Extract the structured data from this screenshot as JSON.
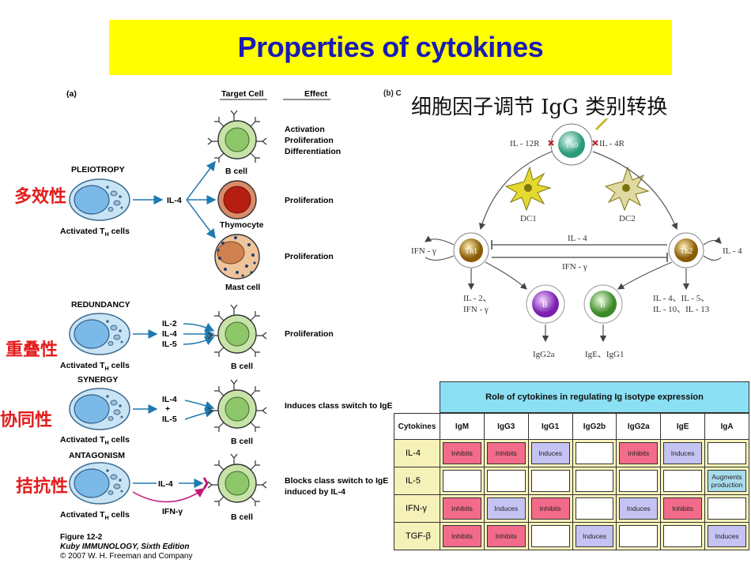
{
  "title": "Properties of cytokines",
  "figure_a": {
    "panel_label": "(a)",
    "header_target": "Target Cell",
    "header_effect": "Effect",
    "sections": {
      "pleiotropy": {
        "name": "PLEIOTROPY",
        "cn": "多效性",
        "cytokine": "IL-4",
        "source": "Activated T",
        "sub": "H",
        "source_tail": " cells"
      },
      "redundancy": {
        "name": "REDUNDANCY",
        "cn": "重叠性",
        "cytokines": [
          "IL-2",
          "IL-4",
          "IL-5"
        ],
        "source": "Activated T",
        "sub": "H",
        "source_tail": " cells"
      },
      "synergy": {
        "name": "SYNERGY",
        "cn": "协同性",
        "cytokines": [
          "IL-4",
          "+",
          "IL-5"
        ],
        "source": "Activated T",
        "sub": "H",
        "source_tail": " cells"
      },
      "antagonism": {
        "name": "ANTAGONISM",
        "cn": "拮抗性",
        "cytokines": [
          "IL-4",
          "IFN-γ"
        ],
        "source": "Activated T",
        "sub": "H",
        "source_tail": " cells"
      }
    },
    "targets": {
      "bcell": "B cell",
      "thymocyte": "Thymocyte",
      "mast": "Mast cell"
    },
    "effects": {
      "activation": [
        "Activation",
        "Proliferation",
        "Differentiation"
      ],
      "prolif": "Proliferation",
      "synergy": "Induces class switch to IgE",
      "antagonism": [
        "Blocks class switch to IgE",
        "induced by IL-4"
      ]
    },
    "caption": {
      "fig": "Figure 12-2",
      "book": "Kuby IMMUNOLOGY, Sixth Edition",
      "copy": "© 2007 W. H. Freeman and Company"
    }
  },
  "figure_b": {
    "marker": "(b) C",
    "title": "细胞因子调节 IgG 类别转换",
    "labels": {
      "il12r": "IL - 12R",
      "il4r": "IL - 4R",
      "th0": "Th0",
      "dc1": "DC1",
      "dc2": "DC2",
      "th1": "Th1",
      "th2": "Th2",
      "il4_mid": "IL - 4",
      "ifng_mid": "IFN - γ",
      "ifng_left": "IFN - γ",
      "il4_right": "IL - 4",
      "th1_out": [
        "IL - 2、",
        "IFN - γ"
      ],
      "th2_out": [
        "IL - 4、IL - 5、",
        "IL - 10、IL - 13"
      ],
      "b": "B",
      "igg2a": "IgG2a",
      "ige": "IgE、IgG1"
    }
  },
  "table": {
    "title": "Role of cytokines in regulating Ig isotype expression",
    "headers": [
      "Cytokines",
      "IgM",
      "IgG3",
      "IgG1",
      "IgG2b",
      "IgG2a",
      "IgE",
      "IgA"
    ],
    "rows": [
      {
        "label": "IL-4",
        "cells": [
          "Inhibits",
          "Inhibits",
          "Induces",
          "",
          "Inhibits",
          "Induces",
          ""
        ]
      },
      {
        "label": "IL-5",
        "cells": [
          "",
          "",
          "",
          "",
          "",
          "",
          "Augments production"
        ]
      },
      {
        "label": "IFN-γ",
        "cells": [
          "Inhibits",
          "Induces",
          "Inhibits",
          "",
          "Induces",
          "Inhibits",
          ""
        ]
      },
      {
        "label": "TGF-β",
        "cells": [
          "Inhibits",
          "Inhibits",
          "",
          "Induces",
          "",
          "",
          "Induces"
        ]
      }
    ]
  },
  "colors": {
    "title_bg": "#ffff00",
    "title_text": "#1a1ab8",
    "cn_label": "#e31c1c",
    "table_header": "#8be0f3",
    "table_cell": "#f6f1b9",
    "inhibits": "#f26b8a",
    "induces": "#c5c3f3",
    "augments": "#a8dcec"
  }
}
